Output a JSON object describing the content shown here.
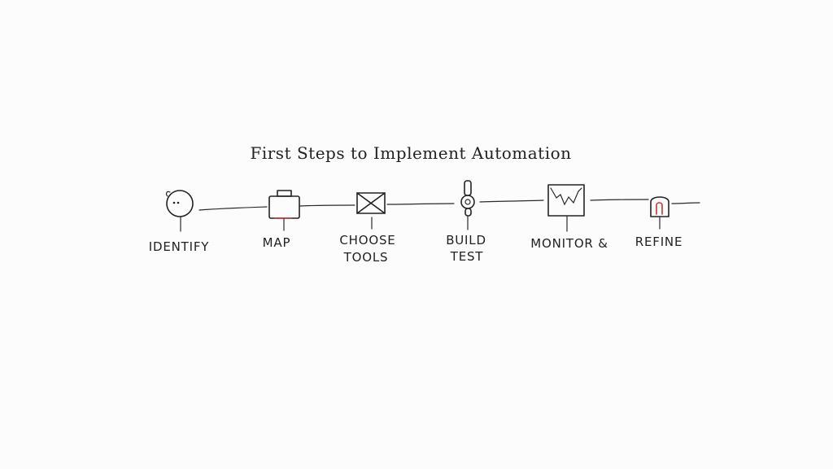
{
  "title": "First Steps to Implement Automation",
  "colors": {
    "ink": "#232323",
    "accent": "#c0392b",
    "background": "#fcfcfc"
  },
  "steps": [
    {
      "icon": "face-icon",
      "lines": [
        "IDENTIFY"
      ]
    },
    {
      "icon": "briefcase-icon",
      "lines": [
        "MAP"
      ]
    },
    {
      "icon": "crossed-box-icon",
      "lines": [
        "CHOOSE",
        "TOOLS"
      ]
    },
    {
      "icon": "wrench-icon",
      "lines": [
        "BUILD",
        "TEST"
      ]
    },
    {
      "icon": "chart-monitor-icon",
      "lines": [
        "MONITOR &"
      ]
    },
    {
      "icon": "bulb-icon",
      "lines": [
        "REFINE"
      ]
    }
  ]
}
